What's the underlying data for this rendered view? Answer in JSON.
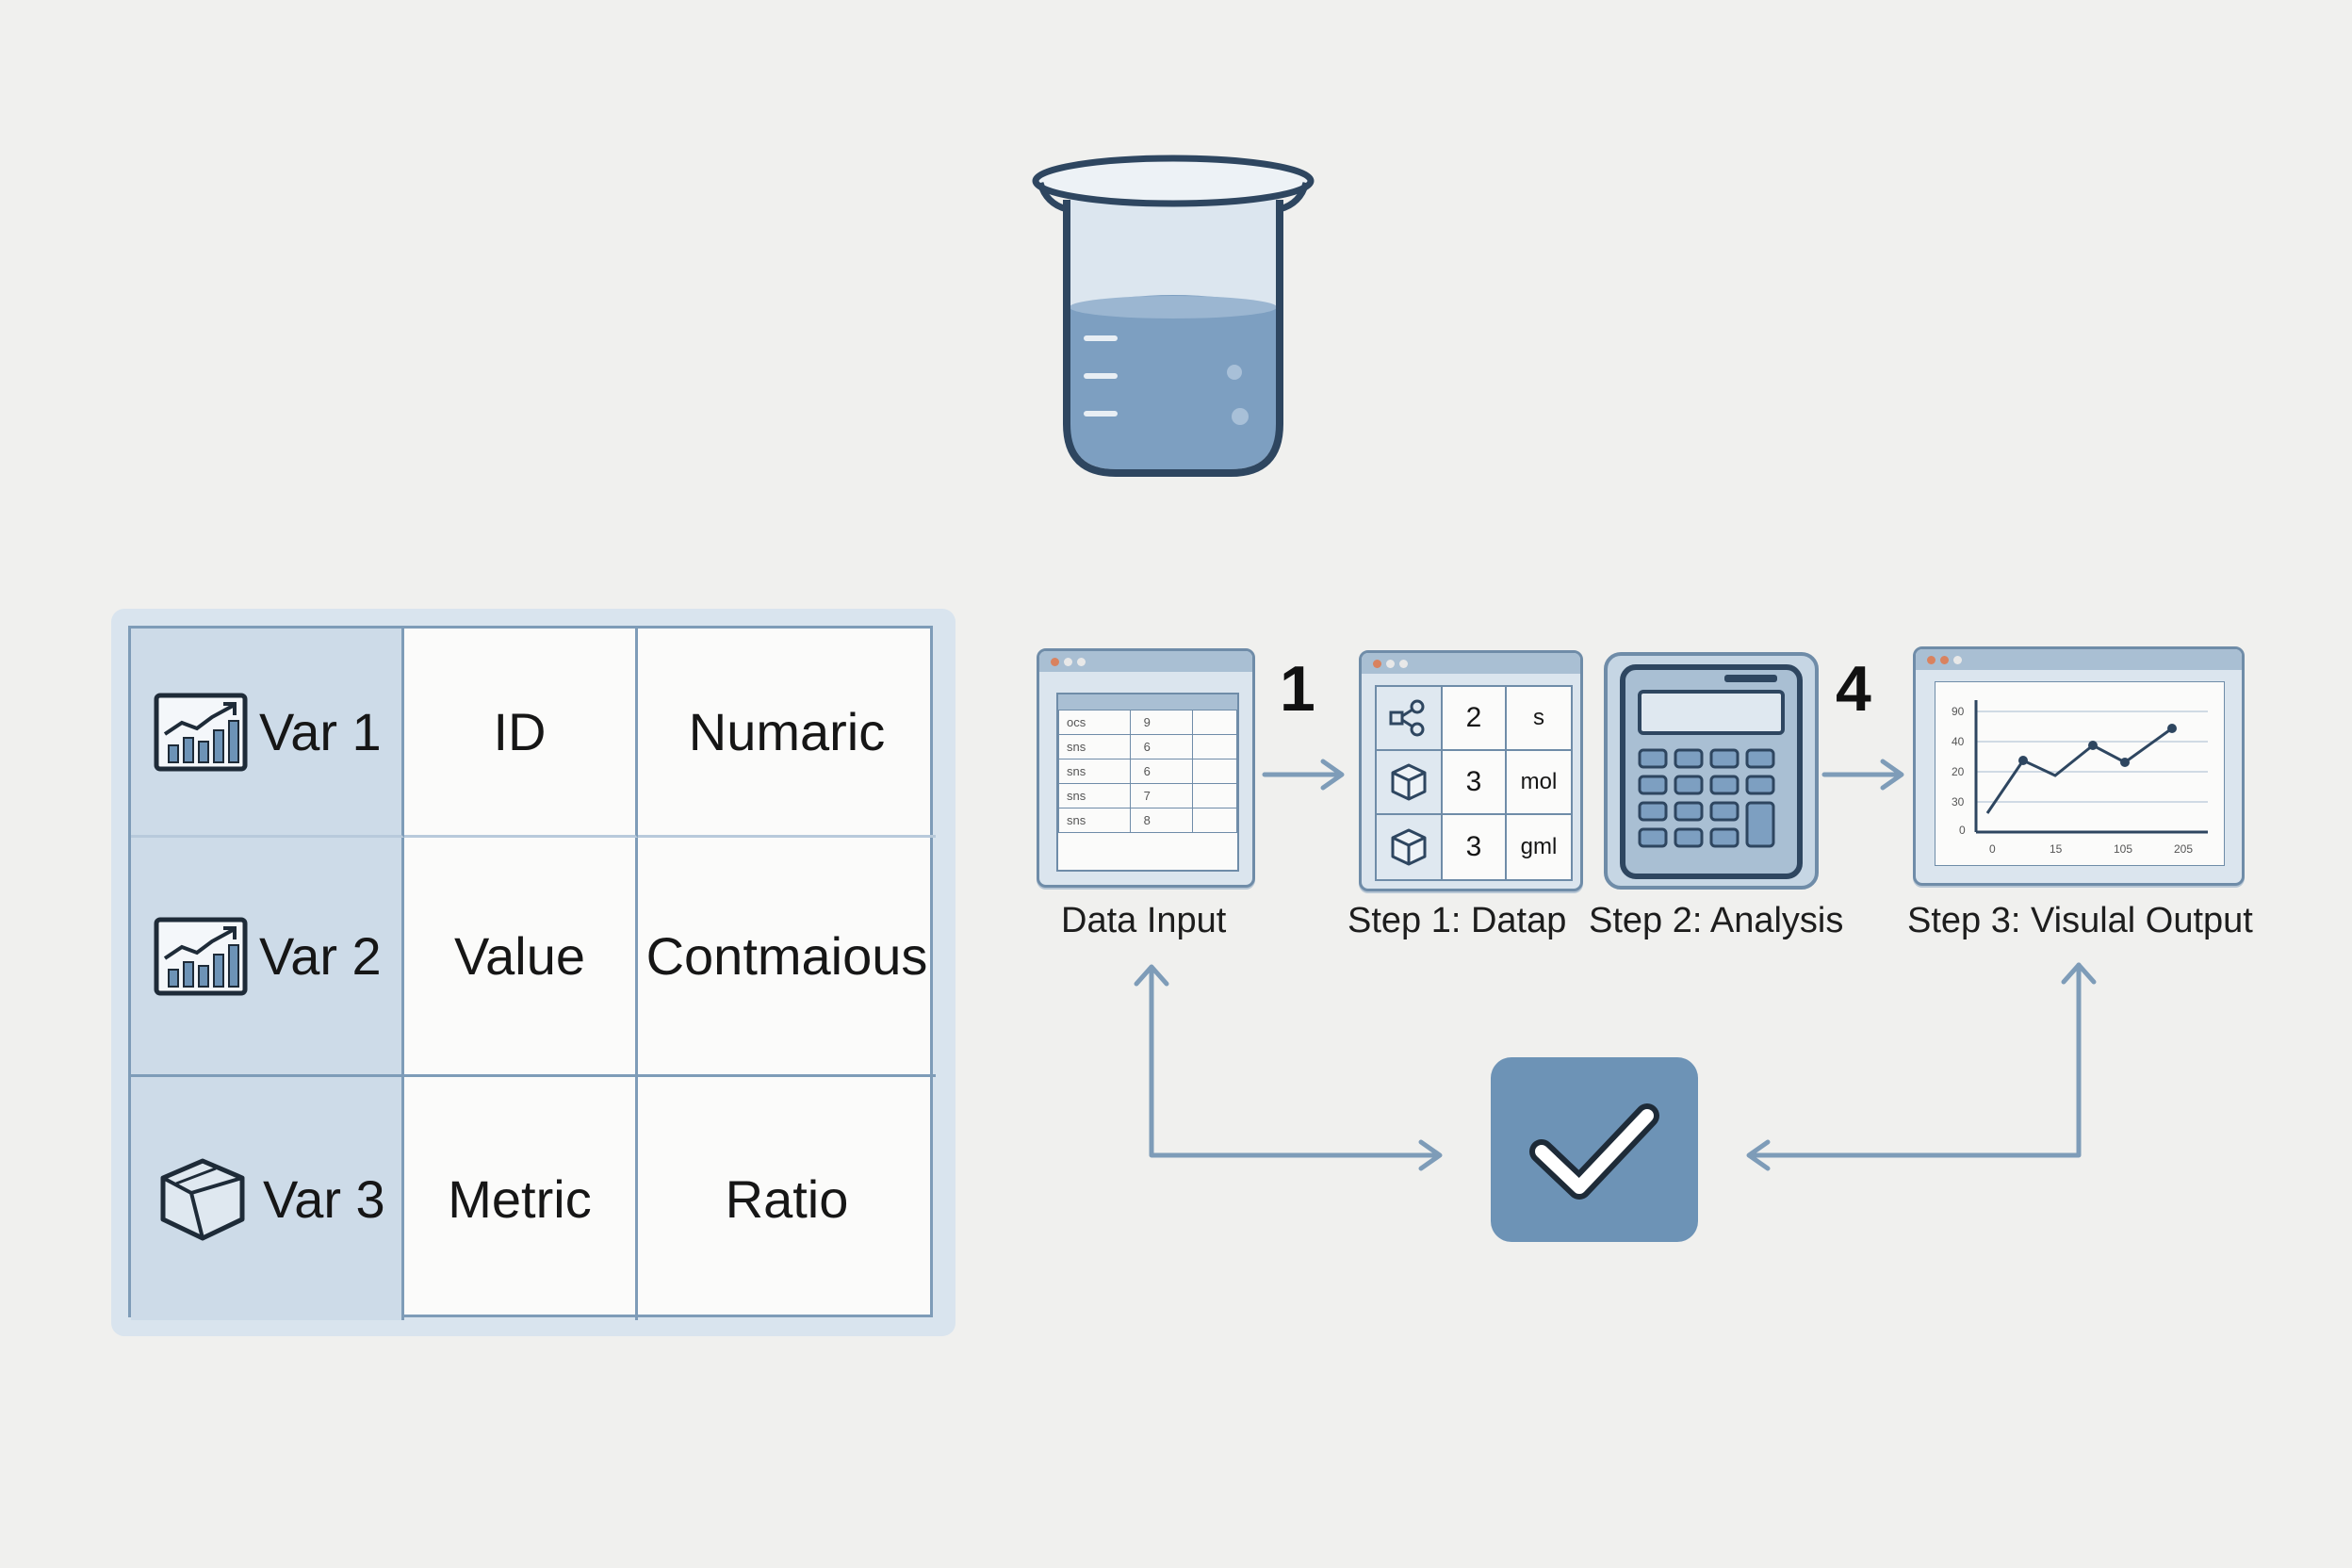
{
  "variables_table": {
    "rows": [
      {
        "icon": "chart-icon",
        "variable": "Var 1",
        "role": "ID",
        "type": "Numaric"
      },
      {
        "icon": "chart-icon",
        "variable": "Var 2",
        "role": "Value",
        "type": "Contmaious"
      },
      {
        "icon": "cube-icon",
        "variable": "Var 3",
        "role": "Metric",
        "type": "Ratio"
      }
    ]
  },
  "workflow": {
    "steps": [
      {
        "label": "Data Input",
        "icon": "spreadsheet-window-icon"
      },
      {
        "label": "Step 1: Datap",
        "icon": "data-grid-window-icon"
      },
      {
        "label": "Step 2: Analysis",
        "icon": "calculator-icon"
      },
      {
        "label": "Step 3: Visulal Output",
        "icon": "line-chart-window-icon"
      }
    ],
    "connector_numbers": [
      "1",
      "4"
    ],
    "step1_grid": [
      {
        "icon": "molecule-icon",
        "value": "2",
        "unit": "s"
      },
      {
        "icon": "cube-icon",
        "value": "3",
        "unit": "mol"
      },
      {
        "icon": "cube-icon",
        "value": "3",
        "unit": "gml"
      }
    ],
    "data_input_sheet": [
      [
        "ocs",
        "9"
      ],
      [
        "sns",
        "6"
      ],
      [
        "sns",
        "6"
      ],
      [
        "sns",
        "7"
      ],
      [
        "sns",
        "8"
      ]
    ],
    "output_chart": {
      "y_ticks": [
        "90",
        "40",
        "20",
        "30",
        "0"
      ],
      "x_ticks": [
        "0",
        "15",
        "105",
        "205"
      ]
    }
  },
  "illustration": {
    "icon": "beaker-icon"
  },
  "validation": {
    "icon": "checkmark-icon"
  },
  "colors": {
    "background": "#f0f0ee",
    "accent": "#6d93b6",
    "outline": "#2e4660",
    "table_border": "#7e9cb8"
  }
}
